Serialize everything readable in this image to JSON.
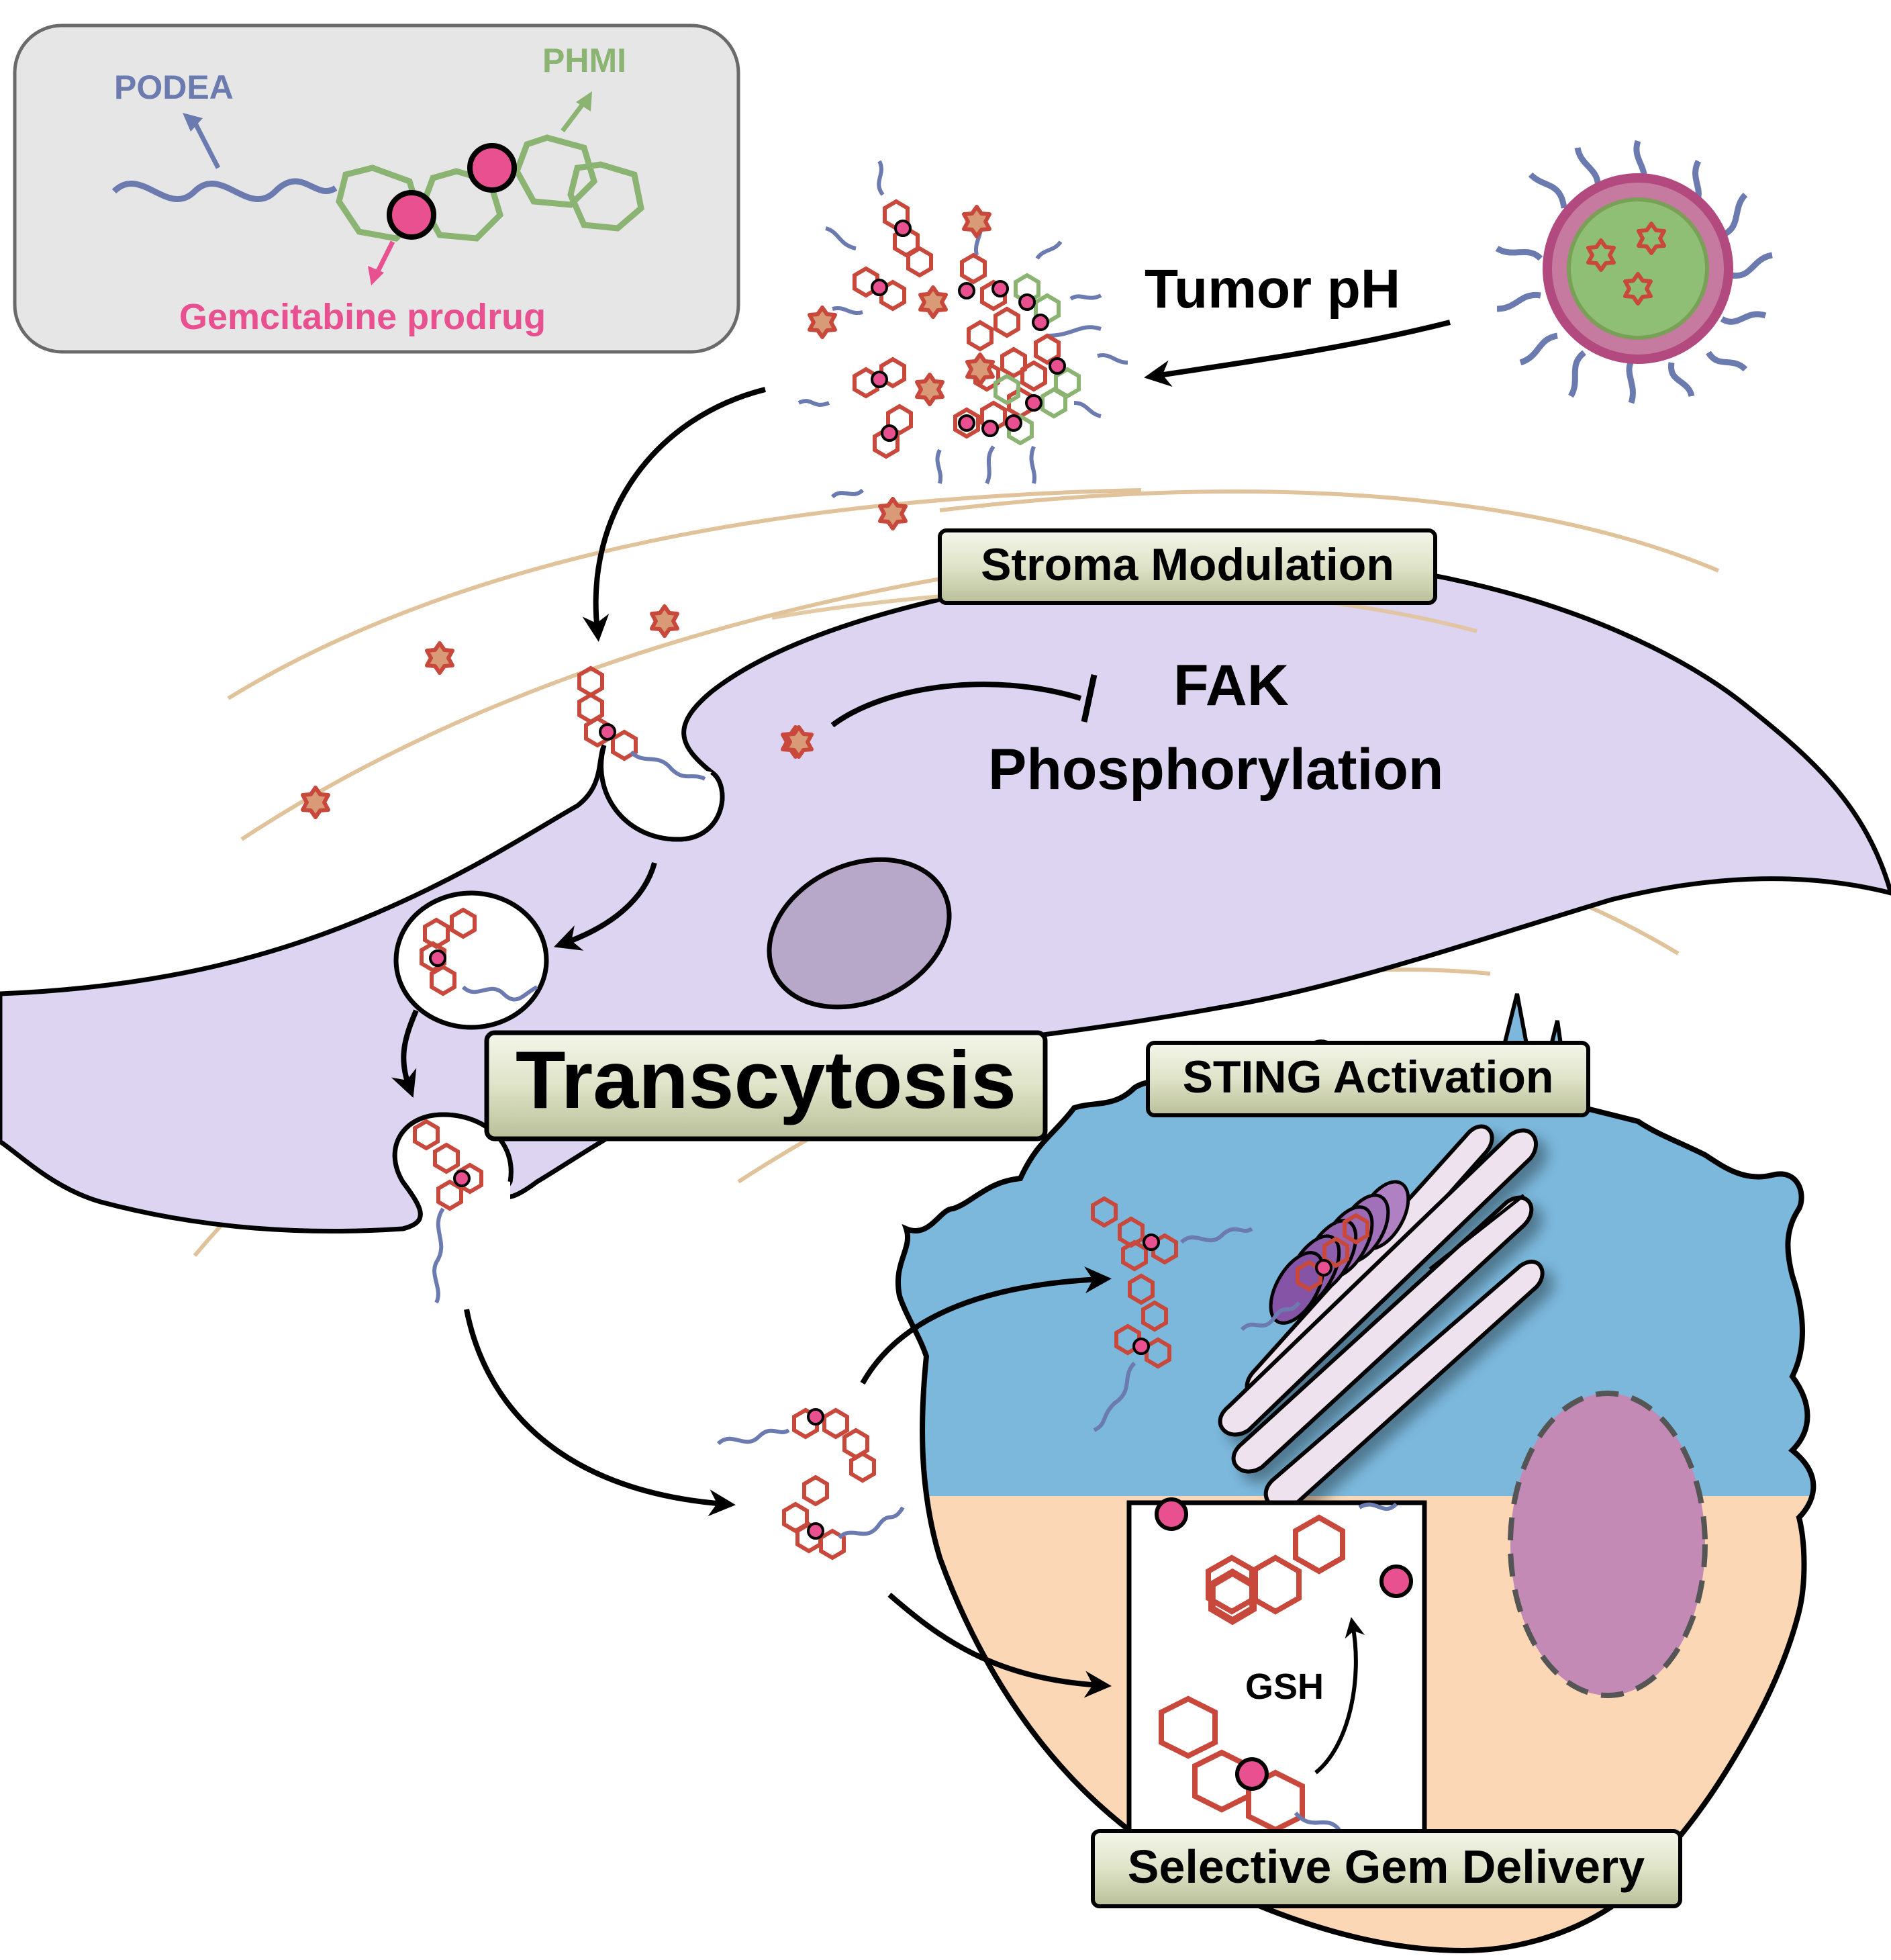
{
  "inset": {
    "podea": "PODEA",
    "phmi": "PHMI",
    "gem": "Gemcitabine prodrug"
  },
  "labels": {
    "tumor_ph": "Tumor pH",
    "stroma": "Stroma Modulation",
    "fak_line1": "FAK",
    "fak_line2": "Phosphorylation",
    "transcytosis": "Transcytosis",
    "sting": "STING Activation",
    "gsh": "GSH",
    "selective": "Selective Gem Delivery"
  },
  "colors": {
    "podea": "#6b7bb0",
    "phmi": "#8bb372",
    "gem": "#e8508f",
    "ring_red": "#c9483c",
    "fibroblast": "#ddd4f1",
    "tumor_top": "#7bb8dc",
    "tumor_bottom": "#fbd7b6",
    "fiber": "#e1c39b",
    "box_fill": "#d8dcc0"
  }
}
